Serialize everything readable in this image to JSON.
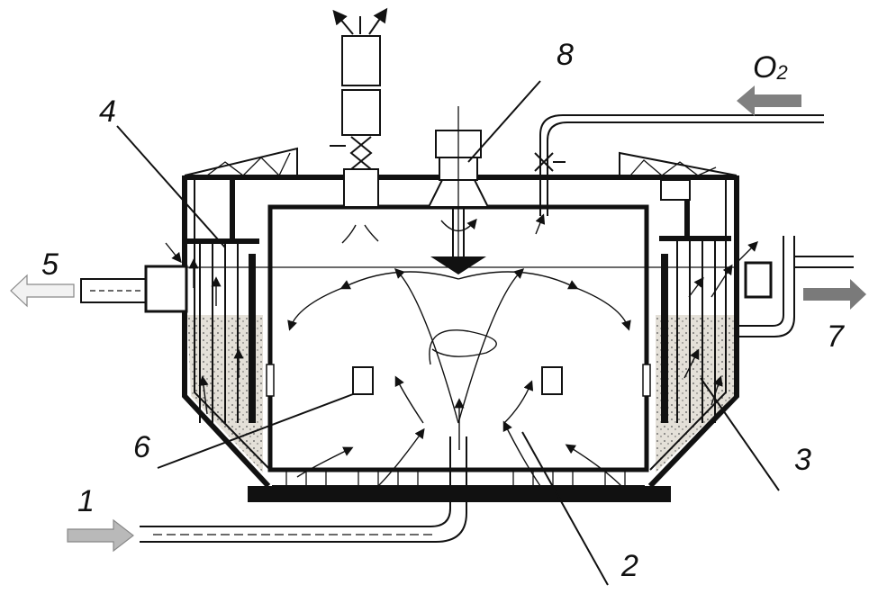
{
  "labels": {
    "l1": "1",
    "l2": "2",
    "l3": "3",
    "l4": "4",
    "l5": "5",
    "l6": "6",
    "l7": "7",
    "l8": "8",
    "o2_main": "O",
    "o2_sub": "2"
  },
  "colors": {
    "ink": "#111111",
    "sand": "#e4e0d8",
    "arrow_inlet": "#b9b9b9",
    "arrow_outlet_dark": "#7a7a7a",
    "arrow_outlet_light": "#f2f2f2",
    "arrow_o2": "#808080"
  },
  "icons": {
    "inlet_arrow": "right-arrow-icon",
    "outlet_arrow": "left-arrow-icon",
    "o2_arrow": "left-arrow-icon",
    "valve": "valve-icon",
    "motor": "motor-icon"
  }
}
